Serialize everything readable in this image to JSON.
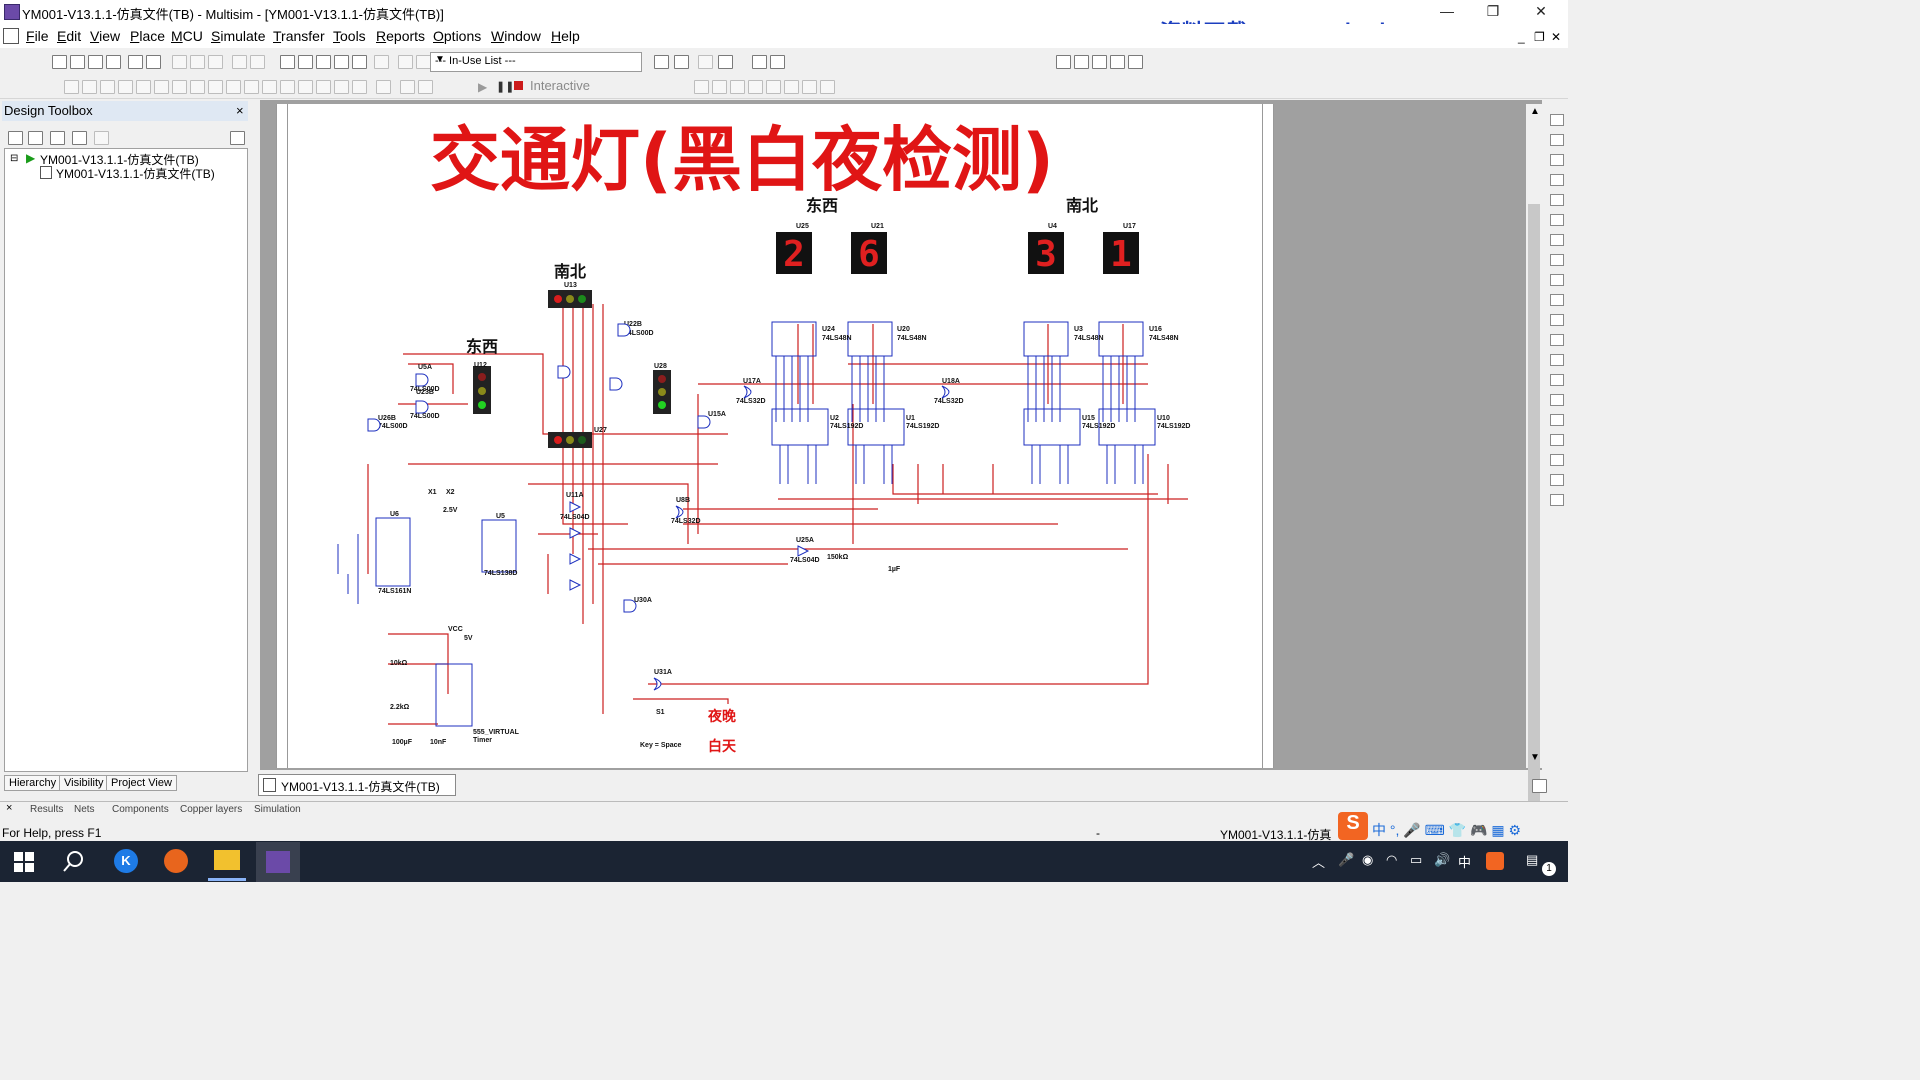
{
  "window": {
    "title": "YM001-V13.1.1-仿真文件(TB) - Multisim - [YM001-V13.1.1-仿真文件(TB)]",
    "controls": [
      "—",
      "❐",
      "✕"
    ],
    "watermark": "资料下载：www.edashare.com"
  },
  "menu": {
    "items": [
      "File",
      "Edit",
      "View",
      "Place",
      "MCU",
      "Simulate",
      "Transfer",
      "Tools",
      "Reports",
      "Options",
      "Window",
      "Help"
    ],
    "mdi_controls": [
      "_",
      "❐",
      "✕"
    ]
  },
  "toolbar": {
    "in_use_list": "--- In-Use List ---",
    "interactive_label": "Interactive"
  },
  "design_toolbox": {
    "title": "Design Toolbox",
    "close": "×",
    "tree": [
      {
        "label": "YM001-V13.1.1-仿真文件(TB)"
      },
      {
        "label": "YM001-V13.1.1-仿真文件(TB)"
      }
    ],
    "tabs": [
      "Hierarchy",
      "Visibility",
      "Project View"
    ]
  },
  "schematic": {
    "title": "交通灯(黑白夜检测)",
    "labels": {
      "dong_xi_top": "东西",
      "nan_bei_top": "南北",
      "nan_bei_light": "南北",
      "dong_xi_light": "东西",
      "night": "夜晚",
      "day": "白天"
    },
    "displays": [
      {
        "ref": "U25",
        "digit": "2"
      },
      {
        "ref": "U21",
        "digit": "6"
      },
      {
        "ref": "U4",
        "digit": "3"
      },
      {
        "ref": "U17",
        "digit": "1"
      }
    ],
    "parts": {
      "u13": "U13",
      "u12": "U12",
      "u28": "U28",
      "u27": "U27",
      "u6": "U6",
      "u5": "U5",
      "u6_type": "74LS161N",
      "u5_type": "74LS138D",
      "timer": "555_VIRTUAL",
      "timer2": "Timer",
      "r1": "10kΩ",
      "r2": "2.2kΩ",
      "c1": "100µF",
      "c2": "10nF",
      "vcc": "VCC",
      "v5": "5V",
      "s1": "S1",
      "key": "Key = Space",
      "r_150": "150kΩ",
      "c_1u": "1µF",
      "u24": "U24",
      "u20": "U20",
      "u3": "U3",
      "u16": "U16",
      "u2": "U2",
      "u1": "U1",
      "u15": "U15",
      "u10": "U10",
      "ls48": "74LS48N",
      "ls192": "74LS192D",
      "ls00": "74LS00D",
      "ls32": "74LS32D",
      "ls04": "74LS04D",
      "u22b": "U22B",
      "u5a": "U5A",
      "u23b": "U23B",
      "u26b": "U26B",
      "u11a": "U11A",
      "u8b": "U8B",
      "u25a": "U25A",
      "u30a": "U30A",
      "u31a": "U31A",
      "u17a": "U17A",
      "u18a": "U18A",
      "u15a": "U15A",
      "x1": "X1",
      "x2": "X2",
      "x_v": "2.5V"
    }
  },
  "doc_tab": {
    "label": "YM001-V13.1.1-仿真文件(TB)"
  },
  "bottom_tabs": [
    "Results",
    "Nets",
    "Components",
    "Copper layers",
    "Simulation"
  ],
  "status": {
    "help": "For Help, press F1",
    "dash": "-",
    "file": "YM001-V13.1.1-仿真"
  },
  "taskbar": {
    "tray_lang": "中",
    "ime_icons": [
      "中",
      "°,",
      "🎤",
      "⌨",
      "👕",
      "🎮",
      "▦",
      "⚙"
    ],
    "notif_count": "1"
  }
}
